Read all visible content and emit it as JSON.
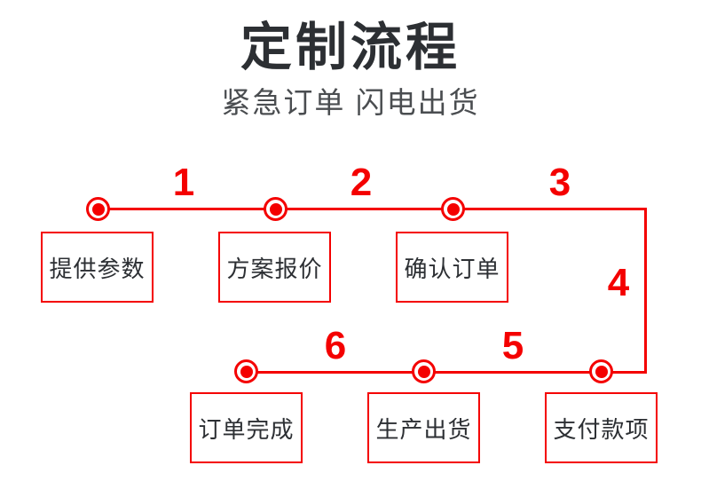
{
  "header": {
    "title": "定制流程",
    "subtitle": "紧急订单 闪电出货"
  },
  "colors": {
    "accent_red": "#f40000",
    "title_text": "#2c2f33",
    "subtitle_text": "#4a4d50",
    "background": "#ffffff"
  },
  "flow": {
    "steps": [
      {
        "number": "1",
        "label": "提供参数"
      },
      {
        "number": "2",
        "label": "方案报价"
      },
      {
        "number": "3",
        "label": "确认订单"
      },
      {
        "number": "4",
        "label": "支付款项"
      },
      {
        "number": "5",
        "label": "生产出货"
      },
      {
        "number": "6",
        "label": "订单完成"
      }
    ],
    "top_row": [
      {
        "number": "1",
        "label": "提供参数"
      },
      {
        "number": "2",
        "label": "方案报价"
      },
      {
        "number": "3",
        "label": "确认订单"
      }
    ],
    "bottom_row": [
      {
        "number": "6",
        "label": "订单完成"
      },
      {
        "number": "5",
        "label": "生产出货"
      },
      {
        "number": "4",
        "label": "支付款项"
      }
    ],
    "numbers": {
      "n1": "1",
      "n2": "2",
      "n3": "3",
      "n4": "4",
      "n5": "5",
      "n6": "6"
    },
    "labels": {
      "l1": "提供参数",
      "l2": "方案报价",
      "l3": "确认订单",
      "l4": "支付款项",
      "l5": "生产出货",
      "l6": "订单完成"
    }
  }
}
